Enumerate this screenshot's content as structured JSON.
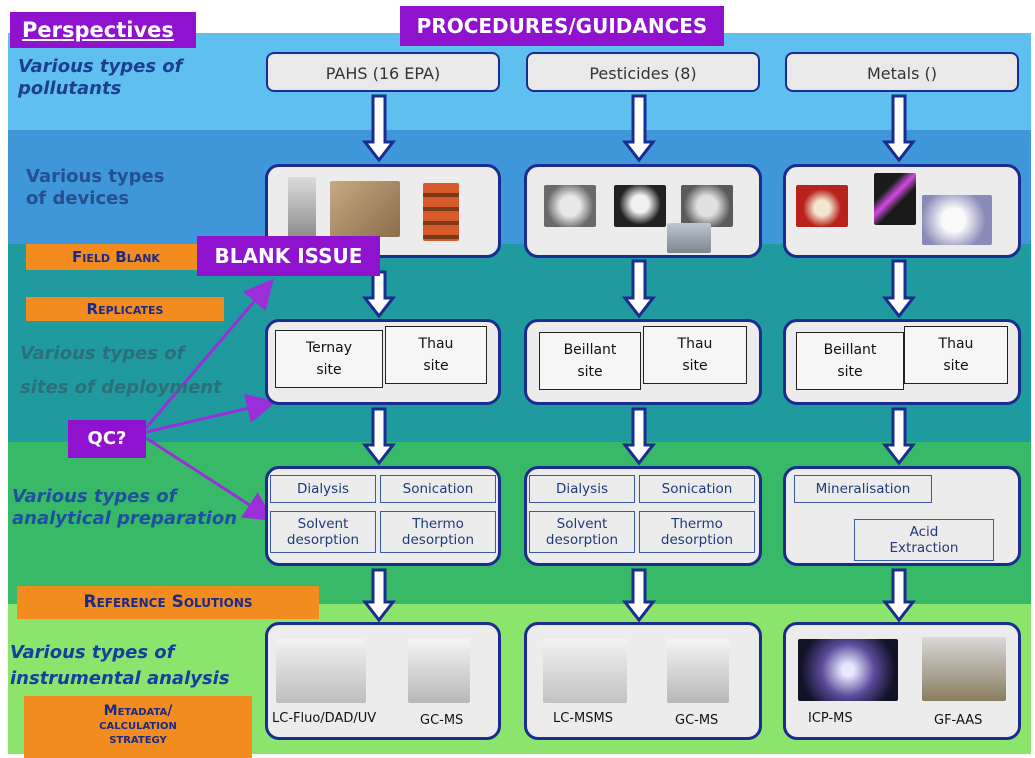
{
  "headers": {
    "perspectives": "Perspectives",
    "procedures": "PROCEDURES/GUIDANCES",
    "blank_issue": "BLANK ISSUE",
    "qc": "QC?"
  },
  "orange_labels": {
    "field_blank": "Field Blank",
    "replicates": "Replicates",
    "reference_solutions": "Reference Solutions",
    "metadata_line1": "Metadata/",
    "metadata_line2": "calculation",
    "metadata_line3": "strategy"
  },
  "rows": {
    "pollutants_line1": "Various types of",
    "pollutants_line2": "pollutants",
    "devices_line1": "Various types",
    "devices_line2": "of devices",
    "sites_line1": "Various types of",
    "sites_line2": "sites of deployment",
    "prep_line1": "Various types of",
    "prep_line2": "analytical preparation",
    "inst_line1": "Various types of",
    "inst_line2": "instrumental analysis"
  },
  "pollutants": [
    "PAHS (16 EPA)",
    "Pesticides (8)",
    "Metals ()"
  ],
  "sites": [
    {
      "a_line1": "Ternay",
      "a_line2": "site",
      "b_line1": "Thau",
      "b_line2": "site"
    },
    {
      "a_line1": "Beillant",
      "a_line2": "site",
      "b_line1": "Thau",
      "b_line2": "site"
    },
    {
      "a_line1": "Beillant",
      "a_line2": "site",
      "b_line1": "Thau",
      "b_line2": "site"
    }
  ],
  "preparation": {
    "col1": {
      "dialysis": "Dialysis",
      "sonication": "Sonication",
      "solvent_line1": "Solvent",
      "solvent_line2": "desorption",
      "thermo_line1": "Thermo",
      "thermo_line2": "desorption"
    },
    "col2": {
      "dialysis": "Dialysis",
      "sonication": "Sonication",
      "solvent_line1": "Solvent",
      "solvent_line2": "desorption",
      "thermo_line1": "Thermo",
      "thermo_line2": "desorption"
    },
    "col3": {
      "mineralisation": "Mineralisation",
      "acid_line1": "Acid",
      "acid_line2": "Extraction"
    }
  },
  "instruments": {
    "col1": [
      "LC-Fluo/DAD/UV",
      "GC-MS"
    ],
    "col2": [
      "LC-MSMS",
      "GC-MS"
    ],
    "col3": [
      "ICP-MS",
      "GF-AAS"
    ]
  },
  "colors": {
    "purple": "#8f12cf",
    "orange": "#f28c1f",
    "navy": "#1a2c8f"
  }
}
